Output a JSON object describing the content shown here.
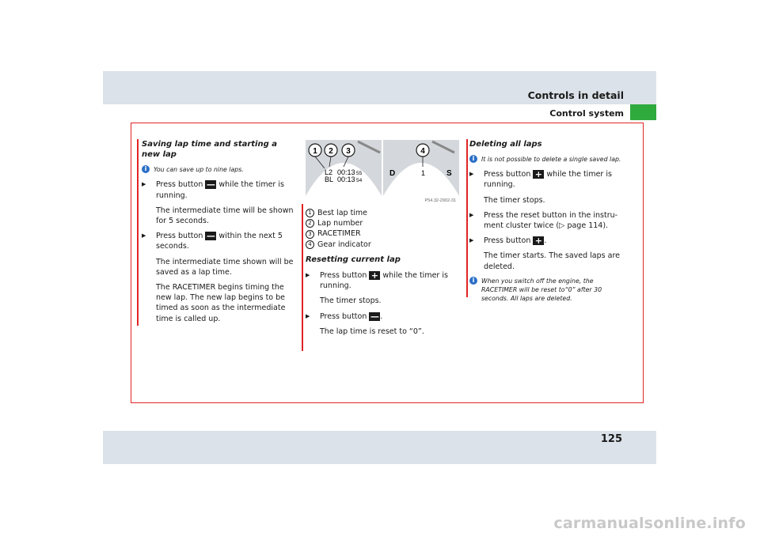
{
  "header": {
    "title": "Controls in detail",
    "subtitle": "Control system"
  },
  "page_number": "125",
  "col1": {
    "heading": "Saving lap time and starting a new lap",
    "info": "You can save up to nine laps.",
    "step1_pre": "Press button ",
    "step1_post": " while the timer is running.",
    "step1_note": "The intermediate time will be shown for 5 seconds.",
    "step2_pre": "Press button ",
    "step2_post": " within the next 5 seconds.",
    "step2_note1": "The intermediate time shown will be saved as a lap time.",
    "step2_note2": "The RACETIMER begins timing the new lap. The new lap begins to be timed as soon as the intermediate time is called up."
  },
  "figure": {
    "callouts": [
      "1",
      "2",
      "3",
      "4"
    ],
    "lap_label": "L2",
    "best_label": "BL",
    "lap_time": "00:13",
    "lap_hund": "55",
    "best_time": "00:13",
    "best_hund": "54",
    "gear_d": "D",
    "gear_num": "1",
    "gear_s": "S",
    "code": "P54.32-2902-31"
  },
  "legend": [
    {
      "num": "1",
      "label": "Best lap time"
    },
    {
      "num": "2",
      "label": "Lap number"
    },
    {
      "num": "3",
      "label": "RACETIMER"
    },
    {
      "num": "4",
      "label": "Gear indicator"
    }
  ],
  "col2": {
    "heading": "Resetting current lap",
    "step1_pre": "Press button ",
    "step1_post": " while the timer is running.",
    "step1_note": "The timer stops.",
    "step2_pre": "Press button ",
    "step2_post": ".",
    "step2_note": "The lap time is reset to “0”."
  },
  "col3": {
    "heading": "Deleting all laps",
    "info": "It is not possible to delete a single saved lap.",
    "step1_pre": "Press button ",
    "step1_post": " while the timer is running.",
    "step1_note": "The timer stops.",
    "step2_text": "Press the reset button in the instru­ment cluster twice (▷ page 114).",
    "step3_pre": "Press button ",
    "step3_post": ".",
    "step3_note": "The timer starts. The saved laps are deleted.",
    "info2": "When you switch off the engine, the RACETIMER will be reset to“0” after 30 seconds. All laps are deleted."
  },
  "buttons": {
    "minus": "—",
    "plus": "+"
  },
  "watermark": "carmanualsonline.info",
  "colors": {
    "accent_red": "#e12525",
    "band": "#dce2e9",
    "green": "#2faa3c",
    "info_blue": "#2b6fc7"
  }
}
